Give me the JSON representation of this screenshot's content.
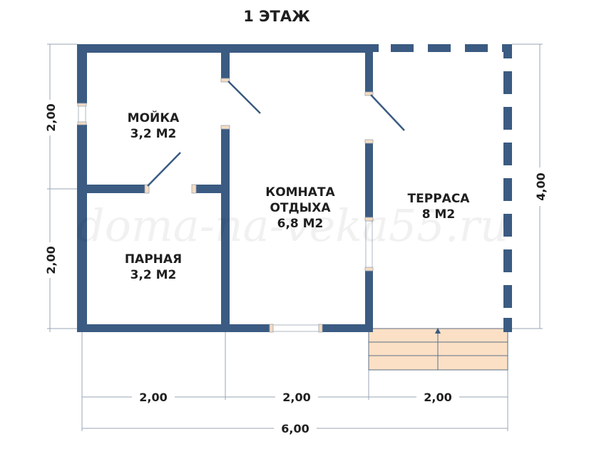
{
  "title": "1 ЭТАЖ",
  "watermark": "doma-na-veka55.ru",
  "colors": {
    "wall": "#3b5b82",
    "jamb": "#f6dcc0",
    "stairs": "#fbe0c6",
    "dim_line": "#9aa6b4"
  },
  "rooms": [
    {
      "name": "МОЙКА",
      "area": "3,2 М2"
    },
    {
      "name": "ПАРНАЯ",
      "area": "3,2 М2"
    },
    {
      "name_line1": "КОМНАТА",
      "name_line2": "ОТДЫХА",
      "area": "6,8 М2"
    },
    {
      "name": "ТЕРРАСА",
      "area": "8 М2"
    }
  ],
  "dimensions": {
    "left_top": "2,00",
    "left_bottom": "2,00",
    "right": "4,00",
    "bottom_1": "2,00",
    "bottom_2": "2,00",
    "bottom_3": "2,00",
    "total": "6,00"
  }
}
